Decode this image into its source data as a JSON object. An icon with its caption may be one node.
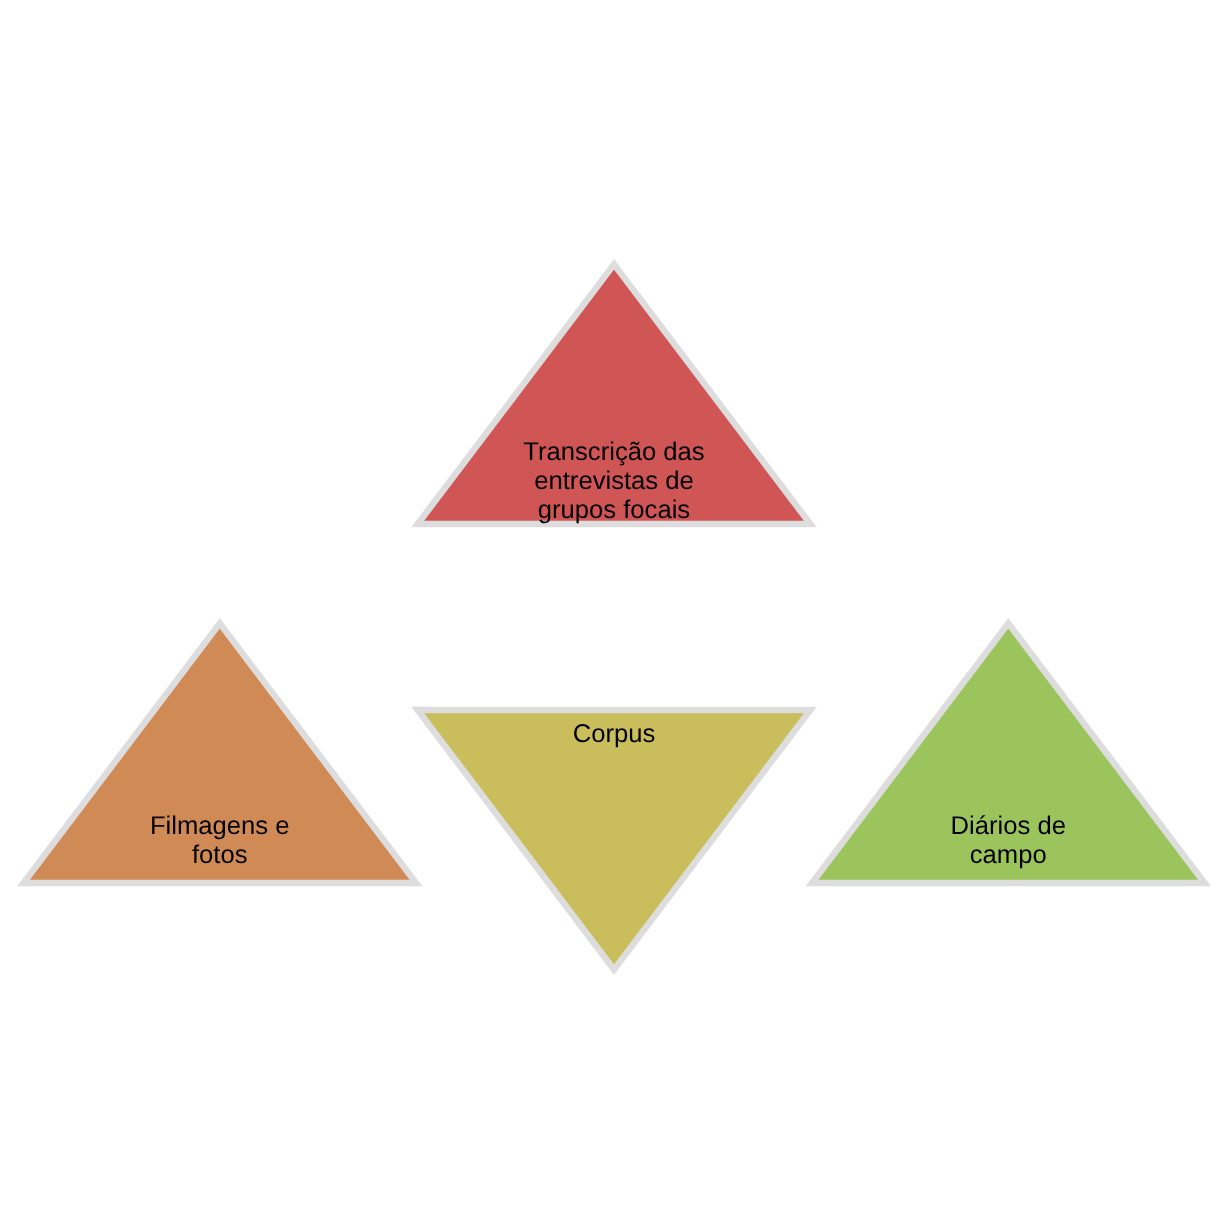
{
  "diagram": {
    "nodes": [
      {
        "text": [
          "Transcrição das entrevistas de grupos focais"
        ]
      },
      {
        "text": [
          "Filmagens e fotos"
        ]
      },
      {
        "text": [
          "Corpus"
        ]
      },
      {
        "text": [
          "Diários de campo"
        ]
      }
    ]
  }
}
